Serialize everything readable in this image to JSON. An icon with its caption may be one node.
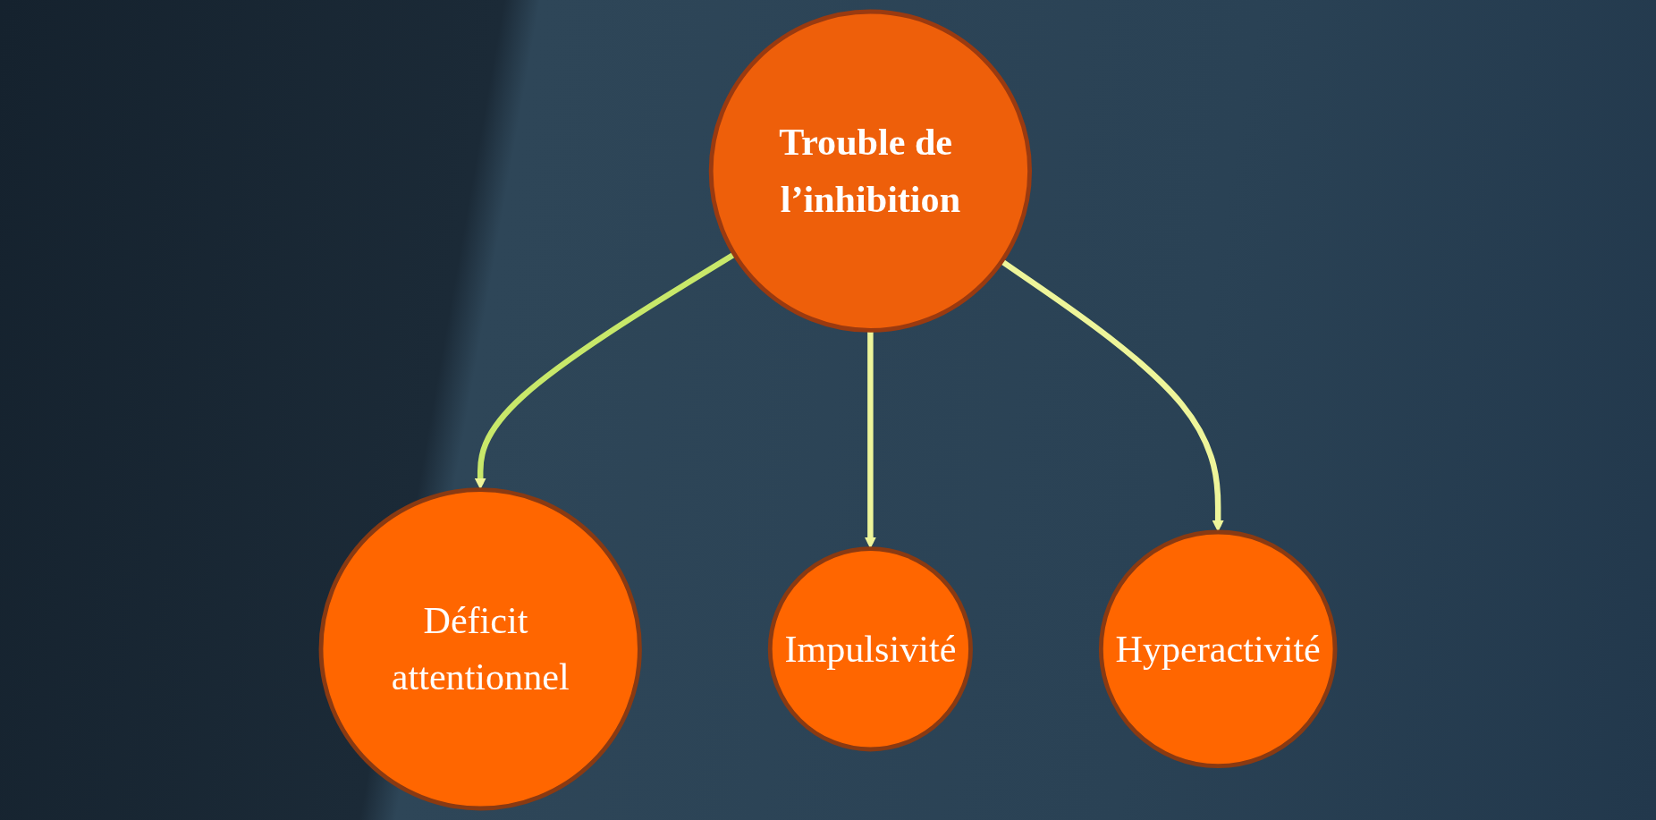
{
  "diagram": {
    "nodes": [
      {
        "text": [
          "Trouble de l’inhibition"
        ]
      },
      {
        "text": [
          "Déficit attentionnel"
        ]
      },
      {
        "text": [
          "Impulsivité"
        ]
      },
      {
        "text": [
          "Hyperactivité"
        ]
      }
    ],
    "edges": [
      {
        "from": 0,
        "to": 1,
        "arrow": "to",
        "color": "#c8e86a"
      },
      {
        "from": 0,
        "to": 2,
        "arrow": "to"
      },
      {
        "from": 0,
        "to": 3,
        "arrow": "to"
      }
    ]
  }
}
